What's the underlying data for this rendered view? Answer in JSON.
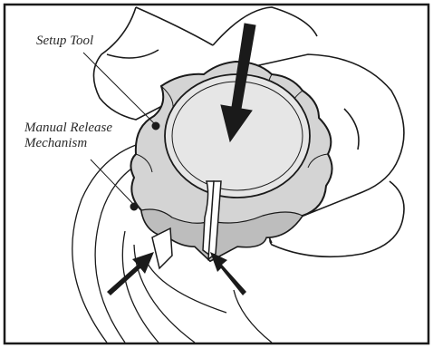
{
  "callouts": {
    "setup_tool": "Setup Tool",
    "manual_release_line1": "Manual Release",
    "manual_release_line2": "Mechanism"
  },
  "colors": {
    "outline": "#1a1a1a",
    "tool_fill": "#d4d4d4",
    "tool_shade": "#bdbdbd",
    "face_fill": "#e6e6e6",
    "hand_fill": "#ffffff"
  },
  "icons": {
    "press_arrow": "arrow-down-icon",
    "pinch_arrows": "arrow-diagonal-icon"
  }
}
